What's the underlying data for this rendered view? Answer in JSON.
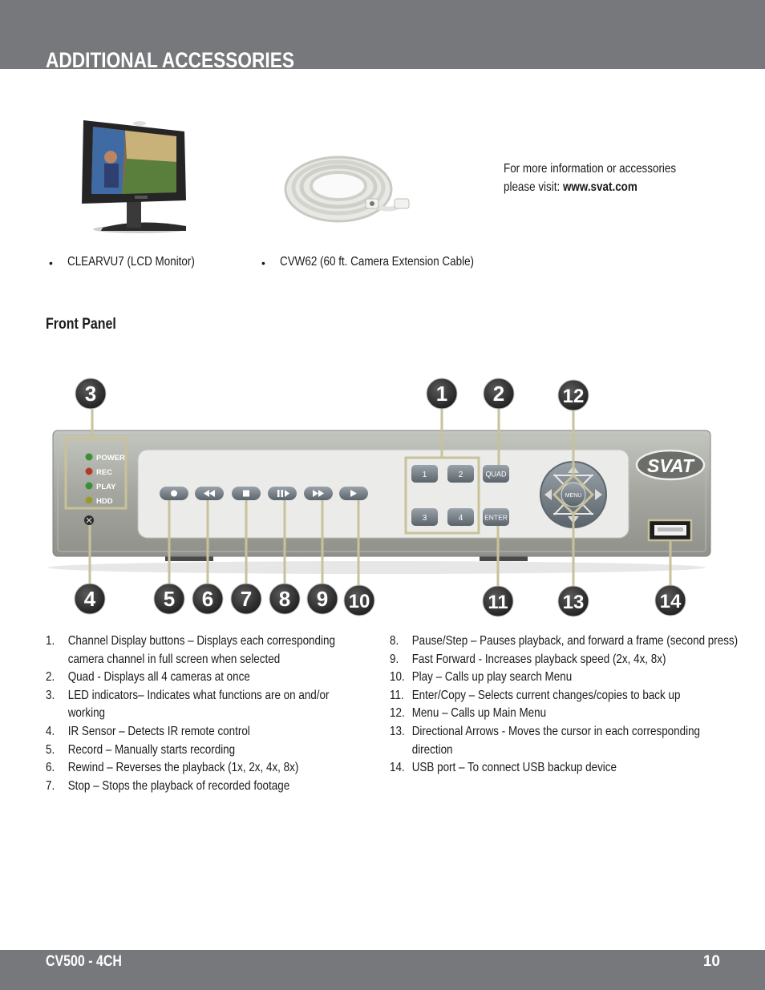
{
  "header": {
    "title": "ADDITIONAL ACCESSORIES"
  },
  "info": {
    "line1": "For more information or accessories",
    "line2_prefix": "please visit: ",
    "url": "www.svat.com"
  },
  "accessories": [
    {
      "bullet": "•",
      "label": "CLEARVU7 (LCD Monitor)"
    },
    {
      "bullet": "•",
      "label": "CVW62 (60 ft. Camera Extension Cable)"
    }
  ],
  "section": {
    "title": "Front Panel"
  },
  "panel": {
    "leds": [
      "POWER",
      "REC",
      "PLAY",
      "HDD"
    ],
    "channel_buttons": [
      "1",
      "2",
      "3",
      "4"
    ],
    "quad_button": "QUAD",
    "enter_button": "ENTER",
    "menu_button": "MENU",
    "brand": "SVAT",
    "callouts": [
      "1",
      "2",
      "3",
      "4",
      "5",
      "6",
      "7",
      "8",
      "9",
      "10",
      "11",
      "12",
      "13",
      "14"
    ],
    "colors": {
      "body": "#a7a9a3",
      "faceplate": "#e9eae9",
      "callout_line": "#c8c29a",
      "callout_disc": "#333333"
    }
  },
  "features_left": [
    {
      "num": "1.",
      "lines": [
        "Channel Display buttons – Displays each corresponding",
        "camera channel in full screen when selected"
      ]
    },
    {
      "num": "2.",
      "lines": [
        "Quad  - Displays all 4 cameras at once"
      ]
    },
    {
      "num": "3.",
      "lines": [
        "LED indicators– Indicates what functions are on and/or",
        "working"
      ]
    },
    {
      "num": "4.",
      "lines": [
        "IR Sensor – Detects IR remote control"
      ]
    },
    {
      "num": "5.",
      "lines": [
        "Record – Manually starts recording"
      ]
    },
    {
      "num": "6.",
      "lines": [
        "Rewind – Reverses the playback (1x, 2x, 4x, 8x)"
      ]
    },
    {
      "num": "7.",
      "lines": [
        "Stop – Stops the playback of recorded footage"
      ]
    }
  ],
  "features_right": [
    {
      "num": "8.",
      "lines": [
        "Pause/Step – Pauses playback, and forward a frame (second press)"
      ]
    },
    {
      "num": "9.",
      "lines": [
        "Fast Forward  - Increases playback speed (2x, 4x, 8x)"
      ]
    },
    {
      "num": "10.",
      "lines": [
        "Play – Calls up play search Menu"
      ]
    },
    {
      "num": "11.",
      "lines": [
        "Enter/Copy – Selects current changes/copies to back up"
      ]
    },
    {
      "num": "12.",
      "lines": [
        "Menu – Calls up Main Menu"
      ]
    },
    {
      "num": "13.",
      "lines": [
        "Directional Arrows - Moves the cursor in each corresponding",
        "direction"
      ]
    },
    {
      "num": "14.",
      "lines": [
        "USB port – To connect USB backup device"
      ]
    }
  ],
  "footer": {
    "model": "CV500 - 4CH",
    "page": "10"
  }
}
